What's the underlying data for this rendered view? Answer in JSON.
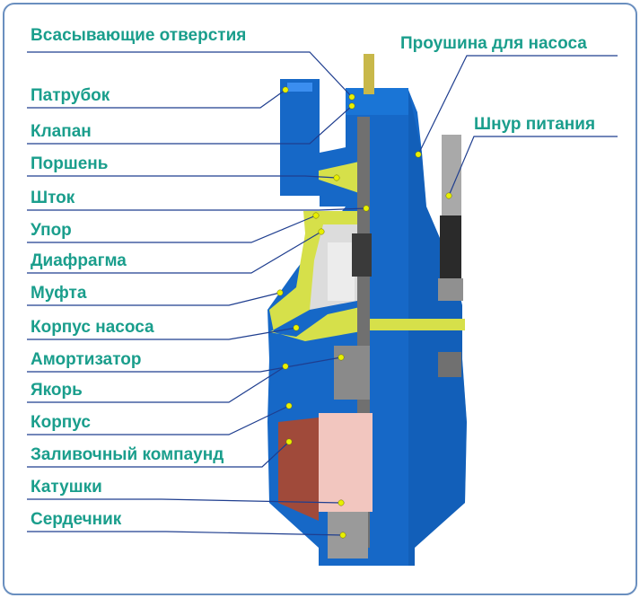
{
  "colors": {
    "label_text": "#1a9e8c",
    "leader_line": "#1f3e8f",
    "frame_border": "#6a8fbf",
    "body_blue": "#1668c7",
    "body_dark": "#0c4fa0",
    "diaphragm_yellow": "#d6e04a",
    "compound_red": "#a04a3a",
    "coil_pink": "#f2c6bf",
    "metal_gray": "#9a9a9a",
    "dot_yellow": "#e8f000"
  },
  "labels": {
    "suction_holes": "Всасывающие отверстия",
    "branch_pipe": "Патрубок",
    "valve": "Клапан",
    "piston": "Поршень",
    "rod": "Шток",
    "stop": "Упор",
    "diaphragm": "Диафрагма",
    "coupling": "Муфта",
    "pump_housing": "Корпус насоса",
    "shock_absorber": "Амортизатор",
    "armature": "Якорь",
    "housing": "Корпус",
    "potting_compound": "Заливочный компаунд",
    "coils": "Катушки",
    "core": "Сердечник",
    "pump_eyelet": "Проушина для насоса",
    "power_cord": "Шнур питания"
  }
}
